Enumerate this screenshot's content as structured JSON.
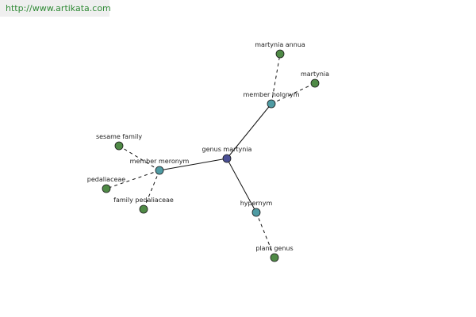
{
  "source": {
    "url_text": "http://www.artikata.com"
  },
  "colors": {
    "root": "#4a4f95",
    "relation": "#4f9ba3",
    "term": "#4f8a46",
    "edge": "#111111",
    "banner_text": "#2f8a35"
  },
  "graph": {
    "nodes": [
      {
        "id": "root",
        "label": "genus martynia",
        "kind": "root"
      },
      {
        "id": "holonym",
        "label": "member holonym",
        "kind": "relation"
      },
      {
        "id": "meronym",
        "label": "member meronym",
        "kind": "relation"
      },
      {
        "id": "hypernym",
        "label": "hypernym",
        "kind": "relation"
      },
      {
        "id": "martynia_annua",
        "label": "martynia annua",
        "kind": "term"
      },
      {
        "id": "martynia",
        "label": "martynia",
        "kind": "term"
      },
      {
        "id": "sesame_family",
        "label": "sesame family",
        "kind": "term"
      },
      {
        "id": "pedaliaceae",
        "label": "pedaliaceae",
        "kind": "term"
      },
      {
        "id": "family_pedaliaceae",
        "label": "family pedaliaceae",
        "kind": "term"
      },
      {
        "id": "plant_genus",
        "label": "plant genus",
        "kind": "term"
      }
    ],
    "edges": [
      {
        "from": "root",
        "to": "holonym",
        "style": "solid"
      },
      {
        "from": "root",
        "to": "meronym",
        "style": "solid"
      },
      {
        "from": "root",
        "to": "hypernym",
        "style": "solid"
      },
      {
        "from": "holonym",
        "to": "martynia_annua",
        "style": "dashed"
      },
      {
        "from": "holonym",
        "to": "martynia",
        "style": "dashed"
      },
      {
        "from": "meronym",
        "to": "sesame_family",
        "style": "dashed"
      },
      {
        "from": "meronym",
        "to": "pedaliaceae",
        "style": "dashed"
      },
      {
        "from": "meronym",
        "to": "family_pedaliaceae",
        "style": "dashed"
      },
      {
        "from": "hypernym",
        "to": "plant_genus",
        "style": "dashed"
      }
    ]
  }
}
